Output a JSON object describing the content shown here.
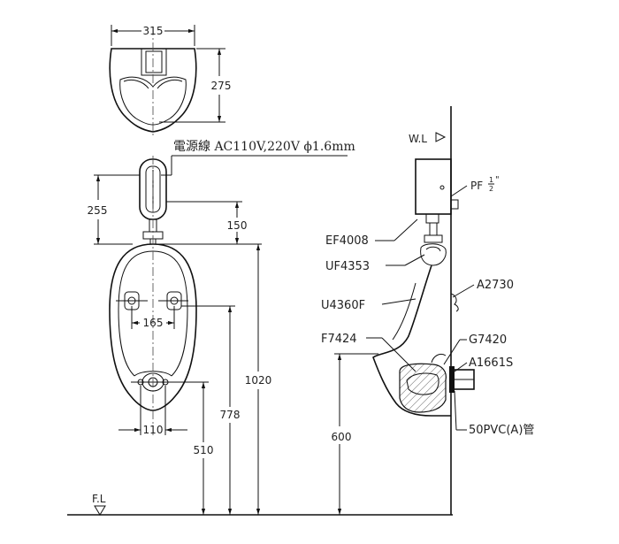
{
  "top_view": {
    "width_label": "315",
    "depth_label": "275"
  },
  "power": {
    "label": "電源線 AC110V,220V ϕ1.6mm"
  },
  "front_view": {
    "dim_255": "255",
    "dim_150": "150",
    "dim_165": "165",
    "dim_110": "110",
    "dim_1020": "1020",
    "dim_778": "778",
    "dim_510": "510"
  },
  "side_view": {
    "water_level": "W.L",
    "floor_level": "F.L",
    "pf_main": "PF",
    "pf_frac_num": "1",
    "pf_frac_den": "2",
    "pf_inch": "\"",
    "dim_600": "600",
    "parts": {
      "ef": "EF4008",
      "uf": "UF4353",
      "u": "U4360F",
      "f": "F7424",
      "a2730": "A2730",
      "g": "G7420",
      "a1661": "A1661S",
      "pvc": "50PVC(A)管"
    }
  }
}
